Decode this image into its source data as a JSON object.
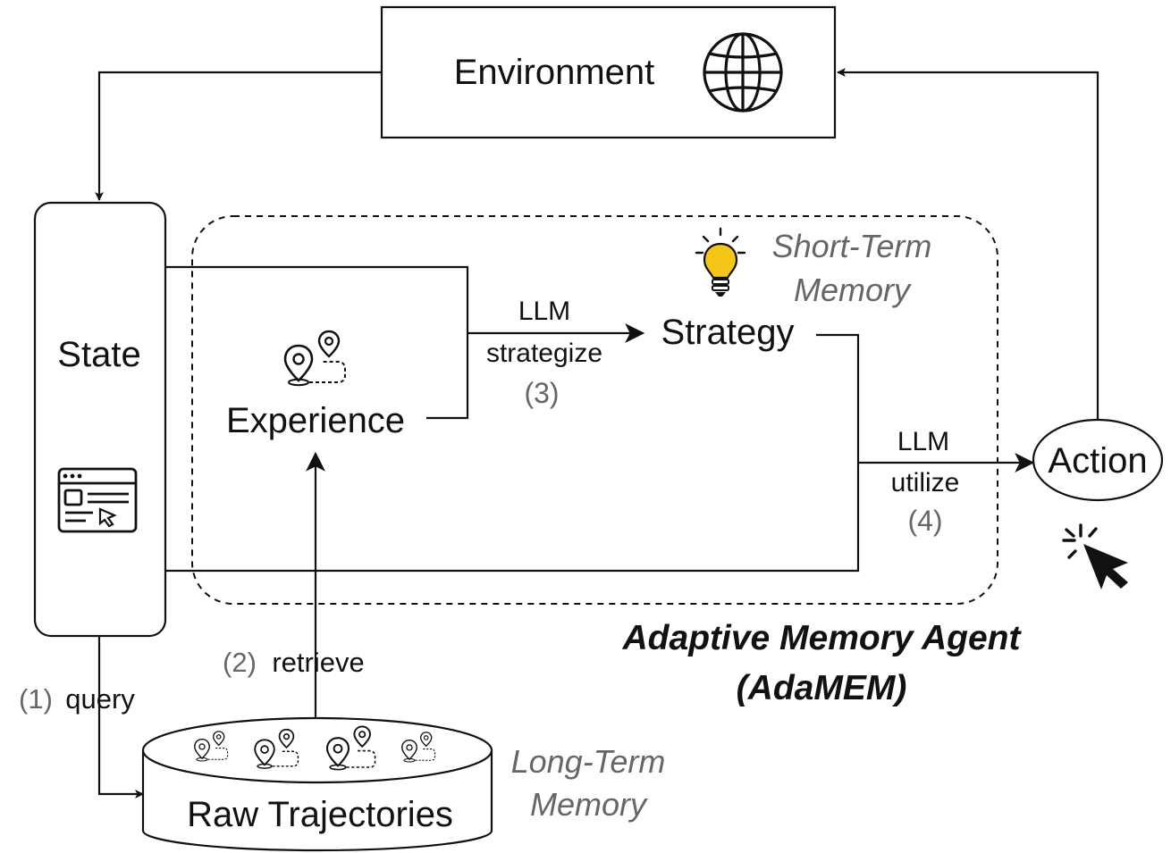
{
  "environment": {
    "label": "Environment",
    "icon": "globe-icon"
  },
  "state": {
    "label": "State",
    "icon": "browser-window-icon"
  },
  "experience": {
    "label": "Experience",
    "icon": "location-pins-icon"
  },
  "strategy": {
    "label": "Strategy",
    "icon": "lightbulb-icon"
  },
  "action": {
    "label": "Action",
    "icon": "cursor-click-icon"
  },
  "short_term": {
    "line1": "Short-Term",
    "line2": "Memory"
  },
  "long_term": {
    "line1": "Long-Term",
    "line2": "Memory"
  },
  "raw_trajectories": {
    "label": "Raw Trajectories",
    "icon": "location-pins-icon"
  },
  "steps": {
    "query": {
      "num": "(1)",
      "label": "query"
    },
    "retrieve": {
      "num": "(2)",
      "label": "retrieve"
    },
    "strategize": {
      "llm": "LLM",
      "label": "strategize",
      "num": "(3)"
    },
    "utilize": {
      "llm": "LLM",
      "label": "utilize",
      "num": "(4)"
    }
  },
  "agent": {
    "line1": "Adaptive Memory Agent",
    "line2": "(AdaMEM)"
  },
  "colors": {
    "bulb": "#F5C518",
    "stroke": "#111111",
    "grey_text": "#666666"
  }
}
